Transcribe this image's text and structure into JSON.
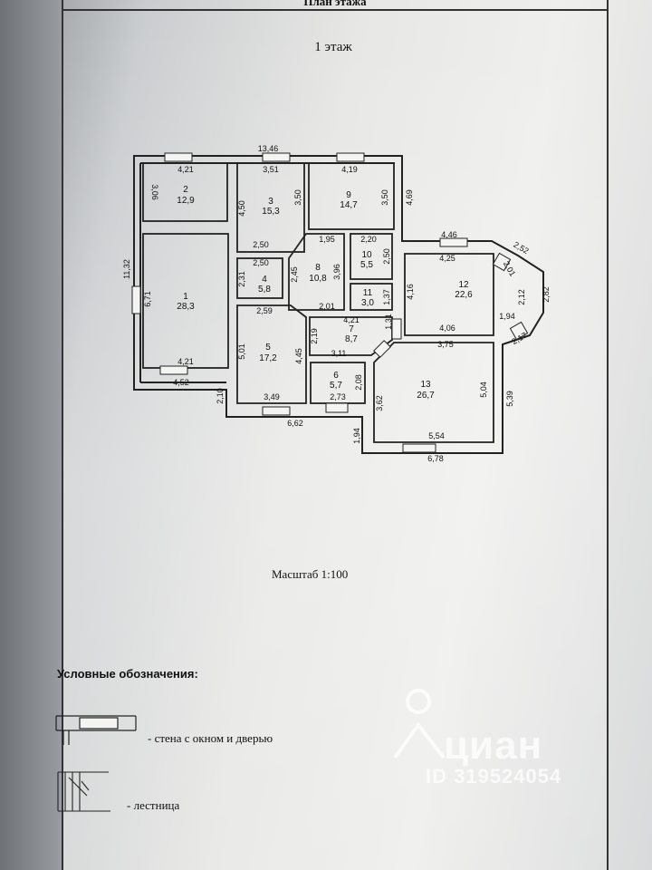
{
  "sheet": {
    "title": "План этажа",
    "floor": "1 этаж",
    "scale": "Масштаб 1:100"
  },
  "rooms": [
    {
      "num": "1",
      "area": "28,3"
    },
    {
      "num": "2",
      "area": "12,9"
    },
    {
      "num": "3",
      "area": "15,3"
    },
    {
      "num": "4",
      "area": "5,8"
    },
    {
      "num": "5",
      "area": "17,2"
    },
    {
      "num": "6",
      "area": "5,7"
    },
    {
      "num": "7",
      "area": "8,7"
    },
    {
      "num": "8",
      "area": "10,8"
    },
    {
      "num": "9",
      "area": "14,7"
    },
    {
      "num": "10",
      "area": "5,5"
    },
    {
      "num": "11",
      "area": "3,0"
    },
    {
      "num": "12",
      "area": "22,6"
    },
    {
      "num": "13",
      "area": "26,7"
    }
  ],
  "dims": {
    "top_total": "13,46",
    "r2_top": "4,21",
    "r2_side": "3,06",
    "r3_top": "3,51",
    "r3_left": "4,50",
    "r3_right": "3,50",
    "r9_top": "4,19",
    "r9_right": "3,50",
    "right_upper": "4,69",
    "left_total": "11,32",
    "r1_side": "6,71",
    "r1_bottom": "4,21",
    "bottom_left": "4,52",
    "wing_left": "2,10",
    "corr_top": "2,50",
    "r4_top": "2,50",
    "r4_side": "2,31",
    "r8_top": "1,95",
    "r8_left": "2,45",
    "r8_right": "3,96",
    "r8_bottom": "2,01",
    "r10_top": "2,20",
    "r10_side": "2,50",
    "r11_side": "1,37",
    "r5_top": "2,59",
    "r5_left": "5,01",
    "r5_right": "4,45",
    "r5_bottom": "3,49",
    "r7_top": "4,21",
    "r7_side": "2,19",
    "r7_right": "1,31",
    "r6_top": "3,11",
    "r6_bottom": "2,73",
    "r6_side": "2,08",
    "bottom_mid": "6,62",
    "step_down": "1,94",
    "r12_top_out": "4,46",
    "r12_top": "4,25",
    "r12_side": "4,16",
    "r12_bottom": "4,06",
    "bay_a": "2,52",
    "bay_b": "2,01",
    "bay_c": "2,12",
    "bay_d": "2,82",
    "bay_e": "1,94",
    "bay_f": "2,17",
    "r13_top": "3,75",
    "r13_left": "3,62",
    "r13_right": "5,04",
    "r13_bottom": "5,54",
    "bottom_right": "6,78",
    "right_lower": "5,39"
  },
  "legend": {
    "title": "Условные обозначения:",
    "wall": "- стена с окном и дверью",
    "stair": "- лестница"
  },
  "watermark": {
    "brand": "циан",
    "id": "ID 319524054"
  }
}
